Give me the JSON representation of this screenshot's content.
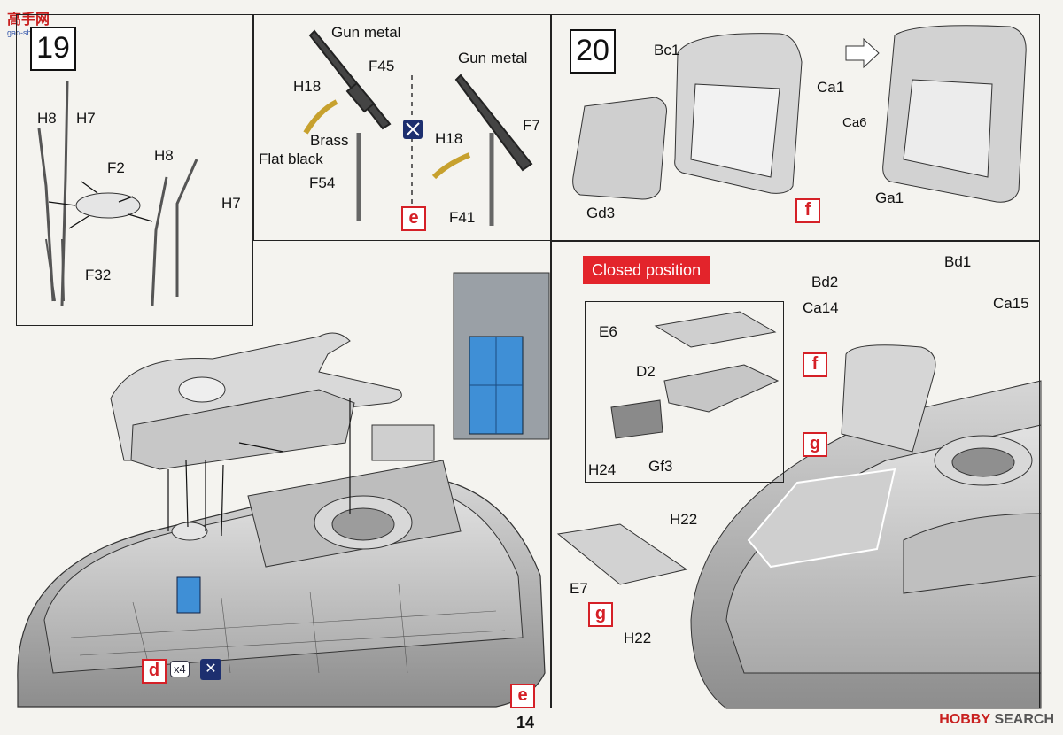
{
  "watermark_top_left": {
    "main": "高手网",
    "sub": "gao-shou.com"
  },
  "watermark_bottom_right": {
    "prefix": "HOBBY",
    "suffix": "SEARCH"
  },
  "page_number": "14",
  "step19": {
    "number": "19",
    "labels": {
      "h8_left": "H8",
      "h7_left": "H7",
      "h8_right": "H8",
      "f2": "F2",
      "h7_right": "H7",
      "f32": "F32"
    }
  },
  "weapons": {
    "gun_metal_1": "Gun metal",
    "f45": "F45",
    "h18_1": "H18",
    "brass": "Brass",
    "flat_black": "Flat black",
    "f54": "F54",
    "tag_e": "e",
    "gun_metal_2": "Gun metal",
    "f7": "F7",
    "h18_2": "H18",
    "f41": "F41"
  },
  "step20": {
    "number": "20",
    "labels": {
      "bc1": "Bc1",
      "gd3": "Gd3",
      "ca1": "Ca1",
      "ca6": "Ca6",
      "ga1": "Ga1"
    },
    "tag_f": "f"
  },
  "main_left": {
    "tag_d": "d",
    "x4": "x4",
    "tag_e": "e"
  },
  "right_panel": {
    "banner": "Closed position",
    "inset_labels": {
      "e6": "E6",
      "d2": "D2",
      "h24": "H24",
      "gf3": "Gf3"
    },
    "detail_labels": {
      "h22_top": "H22",
      "e7": "E7",
      "h22_bottom": "H22"
    },
    "tag_g_detail": "g",
    "hatch_labels": {
      "bd2": "Bd2",
      "bd1": "Bd1",
      "ca14": "Ca14",
      "ca15": "Ca15"
    },
    "tag_f": "f",
    "tag_g": "g"
  },
  "colors": {
    "tag_red": "#d52027",
    "banner_red": "#e3242b",
    "ammo_box": "#3f8fd6",
    "hull_grey": "#c9c9c9"
  }
}
